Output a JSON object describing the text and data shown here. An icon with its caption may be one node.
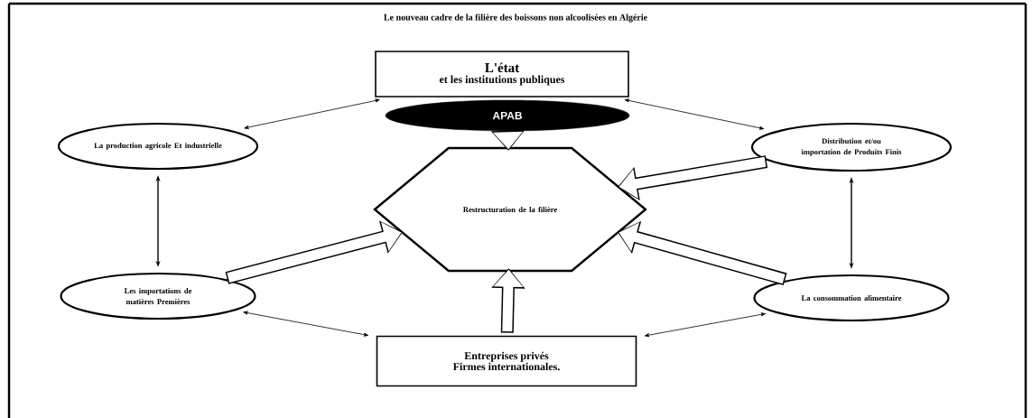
{
  "diagram": {
    "title": "Le nouveau cadre de la filière des boissons non alcoolisées en Algérie",
    "nodes": [
      {
        "text": [
          "L'état",
          "et les institutions publiques"
        ]
      },
      {
        "text": [
          "APAB"
        ]
      },
      {
        "text": [
          "La production agricole Et industrielle"
        ]
      },
      {
        "text": [
          "Distribution et/ou importation de Produits Finis"
        ]
      },
      {
        "text": [
          "Restructuration de la filière"
        ]
      },
      {
        "text": [
          "Les importations de matières Premières"
        ]
      },
      {
        "text": [
          "La consommation alimentaire"
        ]
      },
      {
        "text": [
          "Entreprises privés",
          "Firmes internationales."
        ]
      }
    ],
    "edges": [
      {
        "from": 2,
        "to": 0,
        "arrow": "both"
      },
      {
        "from": 0,
        "to": 3,
        "arrow": "both"
      },
      {
        "from": 2,
        "to": 5,
        "arrow": "both"
      },
      {
        "from": 3,
        "to": 6,
        "arrow": "both"
      },
      {
        "from": 5,
        "to": 7,
        "arrow": "both"
      },
      {
        "from": 7,
        "to": 6,
        "arrow": "both"
      },
      {
        "from": 1,
        "to": 4,
        "arrow": "to",
        "style": "thick"
      },
      {
        "from": 3,
        "to": 4,
        "arrow": "to",
        "style": "thick"
      },
      {
        "from": 5,
        "to": 4,
        "arrow": "to",
        "style": "thick"
      },
      {
        "from": 6,
        "to": 4,
        "arrow": "to",
        "style": "thick"
      },
      {
        "from": 7,
        "to": 4,
        "arrow": "to",
        "style": "thick"
      }
    ]
  }
}
